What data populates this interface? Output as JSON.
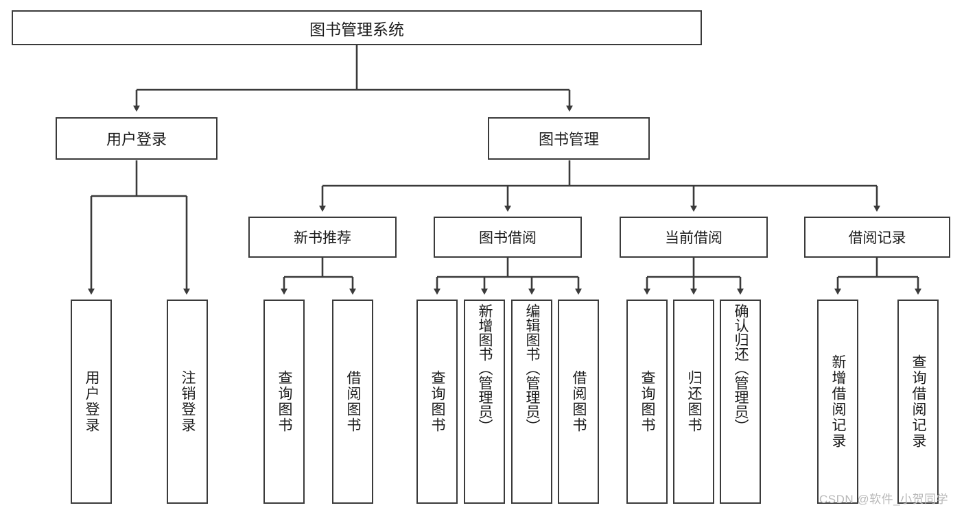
{
  "diagram": {
    "title": "图书管理系统",
    "watermark": "CSDN @软件_小贺同学",
    "colors": {
      "border": "#3a3a3a",
      "text": "#1b1b1b",
      "background": "#ffffff",
      "edge": "#3a3a3a",
      "watermark": "#b8b8b8"
    },
    "levels": {
      "root": "图书管理系统",
      "level2": [
        "用户登录",
        "图书管理"
      ],
      "level3": [
        "新书推荐",
        "图书借阅",
        "当前借阅",
        "借阅记录"
      ],
      "leaves": [
        "用户登录",
        "注销登录",
        "查询图书",
        "借阅图书",
        "查询图书",
        "新增图书（管理员）",
        "编辑图书（管理员）",
        "借阅图书",
        "查询图书",
        "归还图书",
        "确认归还（管理员）",
        "新增借阅记录",
        "查询借阅记录"
      ]
    },
    "nodes": {
      "root": {
        "label": "图书管理系统"
      },
      "user_login": {
        "label": "用户登录"
      },
      "book_manage": {
        "label": "图书管理"
      },
      "new_book_rec": {
        "label": "新书推荐"
      },
      "book_borrow": {
        "label": "图书借阅"
      },
      "current_borrow": {
        "label": "当前借阅"
      },
      "borrow_record": {
        "label": "借阅记录"
      },
      "leaf_user_login": {
        "label": "用户登录"
      },
      "leaf_logout": {
        "label": "注销登录"
      },
      "leaf_query_book_a": {
        "label": "查询图书"
      },
      "leaf_borrow_book_a": {
        "label": "借阅图书"
      },
      "leaf_query_book_b": {
        "label": "查询图书"
      },
      "leaf_add_book": {
        "label": "新增图书（管理员）"
      },
      "leaf_edit_book": {
        "label": "编辑图书（管理员）"
      },
      "leaf_borrow_book_b": {
        "label": "借阅图书"
      },
      "leaf_query_book_c": {
        "label": "查询图书"
      },
      "leaf_return_book": {
        "label": "归还图书"
      },
      "leaf_confirm_return": {
        "label": "确认归还（管理员）"
      },
      "leaf_add_record": {
        "label": "新增借阅记录"
      },
      "leaf_query_record": {
        "label": "查询借阅记录"
      }
    },
    "chart_data": {
      "type": "tree",
      "title": "图书管理系统",
      "nodes": [
        {
          "id": "root",
          "label": "图书管理系统",
          "level": 0,
          "parent": null
        },
        {
          "id": "user_login",
          "label": "用户登录",
          "level": 1,
          "parent": "root"
        },
        {
          "id": "book_manage",
          "label": "图书管理",
          "level": 1,
          "parent": "root"
        },
        {
          "id": "new_book_rec",
          "label": "新书推荐",
          "level": 2,
          "parent": "book_manage"
        },
        {
          "id": "book_borrow",
          "label": "图书借阅",
          "level": 2,
          "parent": "book_manage"
        },
        {
          "id": "current_borrow",
          "label": "当前借阅",
          "level": 2,
          "parent": "book_manage"
        },
        {
          "id": "borrow_record",
          "label": "借阅记录",
          "level": 2,
          "parent": "book_manage"
        },
        {
          "id": "leaf_user_login",
          "label": "用户登录",
          "level": 2,
          "parent": "user_login"
        },
        {
          "id": "leaf_logout",
          "label": "注销登录",
          "level": 2,
          "parent": "user_login"
        },
        {
          "id": "leaf_query_book_a",
          "label": "查询图书",
          "level": 3,
          "parent": "new_book_rec"
        },
        {
          "id": "leaf_borrow_book_a",
          "label": "借阅图书",
          "level": 3,
          "parent": "new_book_rec"
        },
        {
          "id": "leaf_query_book_b",
          "label": "查询图书",
          "level": 3,
          "parent": "book_borrow"
        },
        {
          "id": "leaf_add_book",
          "label": "新增图书（管理员）",
          "level": 3,
          "parent": "book_borrow"
        },
        {
          "id": "leaf_edit_book",
          "label": "编辑图书（管理员）",
          "level": 3,
          "parent": "book_borrow"
        },
        {
          "id": "leaf_borrow_book_b",
          "label": "借阅图书",
          "level": 3,
          "parent": "book_borrow"
        },
        {
          "id": "leaf_query_book_c",
          "label": "查询图书",
          "level": 3,
          "parent": "current_borrow"
        },
        {
          "id": "leaf_return_book",
          "label": "归还图书",
          "level": 3,
          "parent": "current_borrow"
        },
        {
          "id": "leaf_confirm_return",
          "label": "确认归还（管理员）",
          "level": 3,
          "parent": "current_borrow"
        },
        {
          "id": "leaf_add_record",
          "label": "新增借阅记录",
          "level": 3,
          "parent": "borrow_record"
        },
        {
          "id": "leaf_query_record",
          "label": "查询借阅记录",
          "level": 3,
          "parent": "borrow_record"
        }
      ],
      "edges": [
        [
          "root",
          "user_login"
        ],
        [
          "root",
          "book_manage"
        ],
        [
          "user_login",
          "leaf_user_login"
        ],
        [
          "user_login",
          "leaf_logout"
        ],
        [
          "book_manage",
          "new_book_rec"
        ],
        [
          "book_manage",
          "book_borrow"
        ],
        [
          "book_manage",
          "current_borrow"
        ],
        [
          "book_manage",
          "borrow_record"
        ],
        [
          "new_book_rec",
          "leaf_query_book_a"
        ],
        [
          "new_book_rec",
          "leaf_borrow_book_a"
        ],
        [
          "book_borrow",
          "leaf_query_book_b"
        ],
        [
          "book_borrow",
          "leaf_add_book"
        ],
        [
          "book_borrow",
          "leaf_edit_book"
        ],
        [
          "book_borrow",
          "leaf_borrow_book_b"
        ],
        [
          "current_borrow",
          "leaf_query_book_c"
        ],
        [
          "current_borrow",
          "leaf_return_book"
        ],
        [
          "current_borrow",
          "leaf_confirm_return"
        ],
        [
          "borrow_record",
          "leaf_add_record"
        ],
        [
          "borrow_record",
          "leaf_query_record"
        ]
      ]
    }
  }
}
